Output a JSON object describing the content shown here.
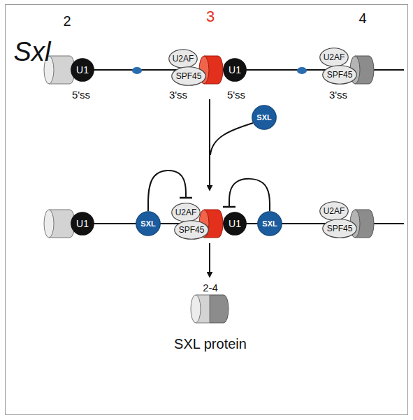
{
  "diagram": {
    "nodes": [
      {
        "text": [
          "U1"
        ]
      },
      {
        "text": [
          "U2AF"
        ]
      },
      {
        "text": [
          "SPF45"
        ]
      },
      {
        "text": [
          "U1"
        ]
      },
      {
        "text": [
          "U2AF"
        ]
      },
      {
        "text": [
          "SPF45"
        ]
      },
      {
        "text": [
          "SXL"
        ]
      },
      {
        "text": [
          "U1"
        ]
      },
      {
        "text": [
          "SXL"
        ]
      },
      {
        "text": [
          "U2AF"
        ]
      },
      {
        "text": [
          "SPF45"
        ]
      },
      {
        "text": [
          "U1"
        ]
      },
      {
        "text": [
          "SXL"
        ]
      },
      {
        "text": [
          "U2AF"
        ]
      },
      {
        "text": [
          "SPF45"
        ]
      }
    ],
    "edges": [
      {
        "from": 8,
        "to": 9,
        "arrow": "to"
      },
      {
        "from": 12,
        "to": 11,
        "arrow": "to"
      }
    ],
    "labels": [
      "Sxl",
      "2",
      "3",
      "4",
      "5'ss",
      "3'ss",
      "5'ss",
      "3'ss",
      "2-4",
      "SXL protein"
    ]
  }
}
